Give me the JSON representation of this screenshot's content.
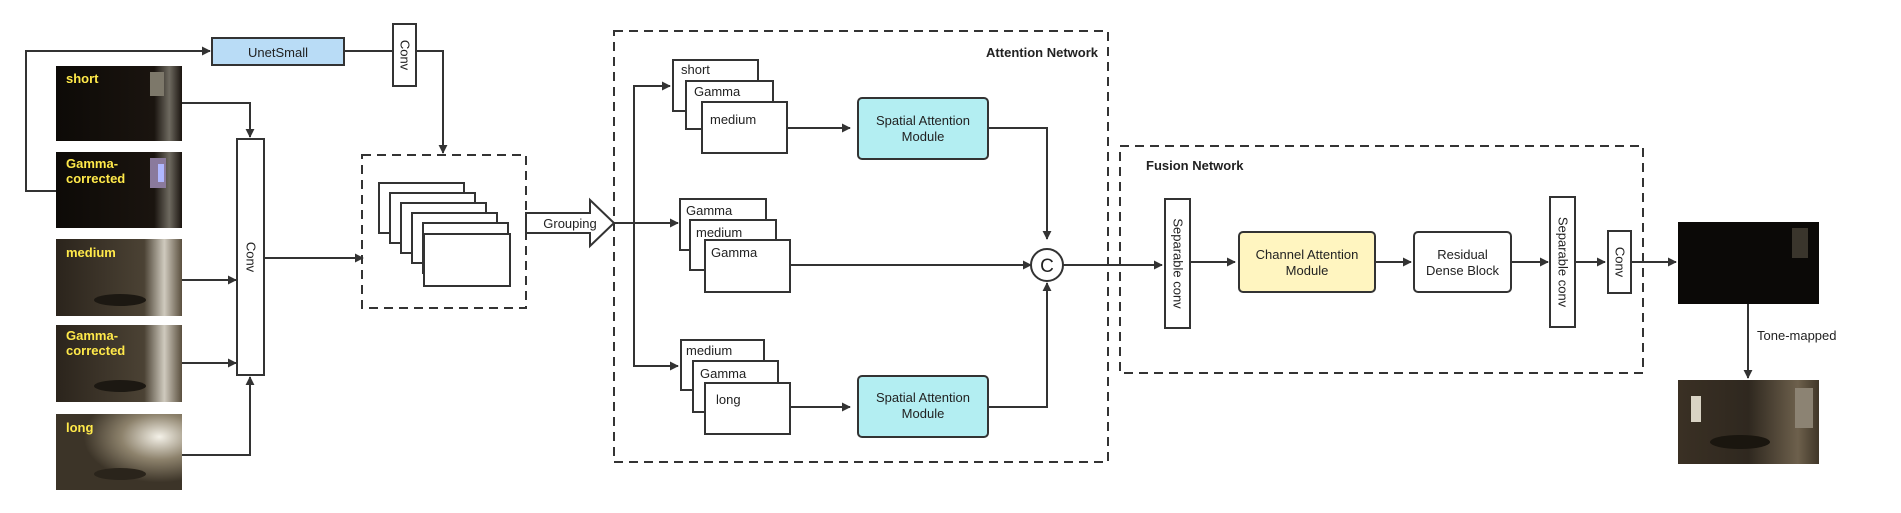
{
  "inputs": {
    "short": "short",
    "gamma_corrected": "Gamma-corrected",
    "medium": "medium",
    "long": "long"
  },
  "blocks": {
    "unet": "UnetSmall",
    "conv": "Conv",
    "grouping": "Grouping",
    "separable_conv": "Separable conv",
    "spatial_attention": "Spatial Attention Module",
    "channel_attention": "Channel Attention Module",
    "residual_dense": "Residual Dense Block",
    "concat": "C"
  },
  "groups": {
    "attention_network": "Attention Network",
    "fusion_network": "Fusion Network"
  },
  "stacks": {
    "top": [
      "short",
      "Gamma",
      "medium"
    ],
    "middle": [
      "Gamma",
      "medium",
      "Gamma"
    ],
    "bottom": [
      "medium",
      "Gamma",
      "long"
    ]
  },
  "output": {
    "tone_mapped": "Tone-mapped"
  },
  "colors": {
    "unet_fill": "#b9dcf6",
    "spatial_fill": "#b3eef2",
    "channel_fill": "#fff5c0",
    "input_label": "#ffe94a"
  }
}
